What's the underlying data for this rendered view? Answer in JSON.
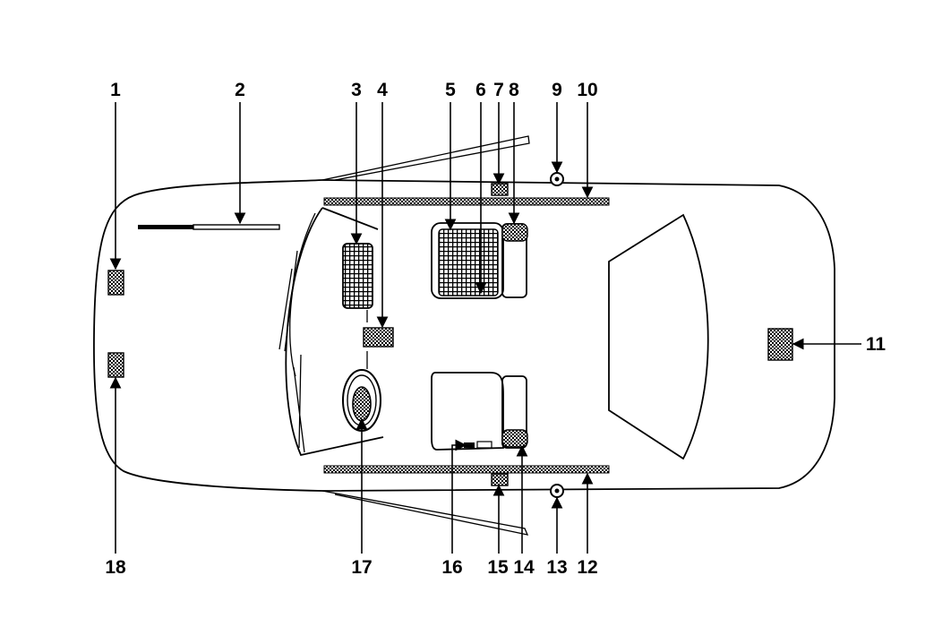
{
  "figure": {
    "ink_color": "#000000",
    "background_color": "#ffffff",
    "labels_top": [
      "1",
      "2",
      "3",
      "4",
      "5",
      "6",
      "7",
      "8",
      "9",
      "10"
    ],
    "label_right": "11",
    "labels_bottom": [
      "12",
      "13",
      "14",
      "15",
      "16",
      "17",
      "18"
    ]
  }
}
